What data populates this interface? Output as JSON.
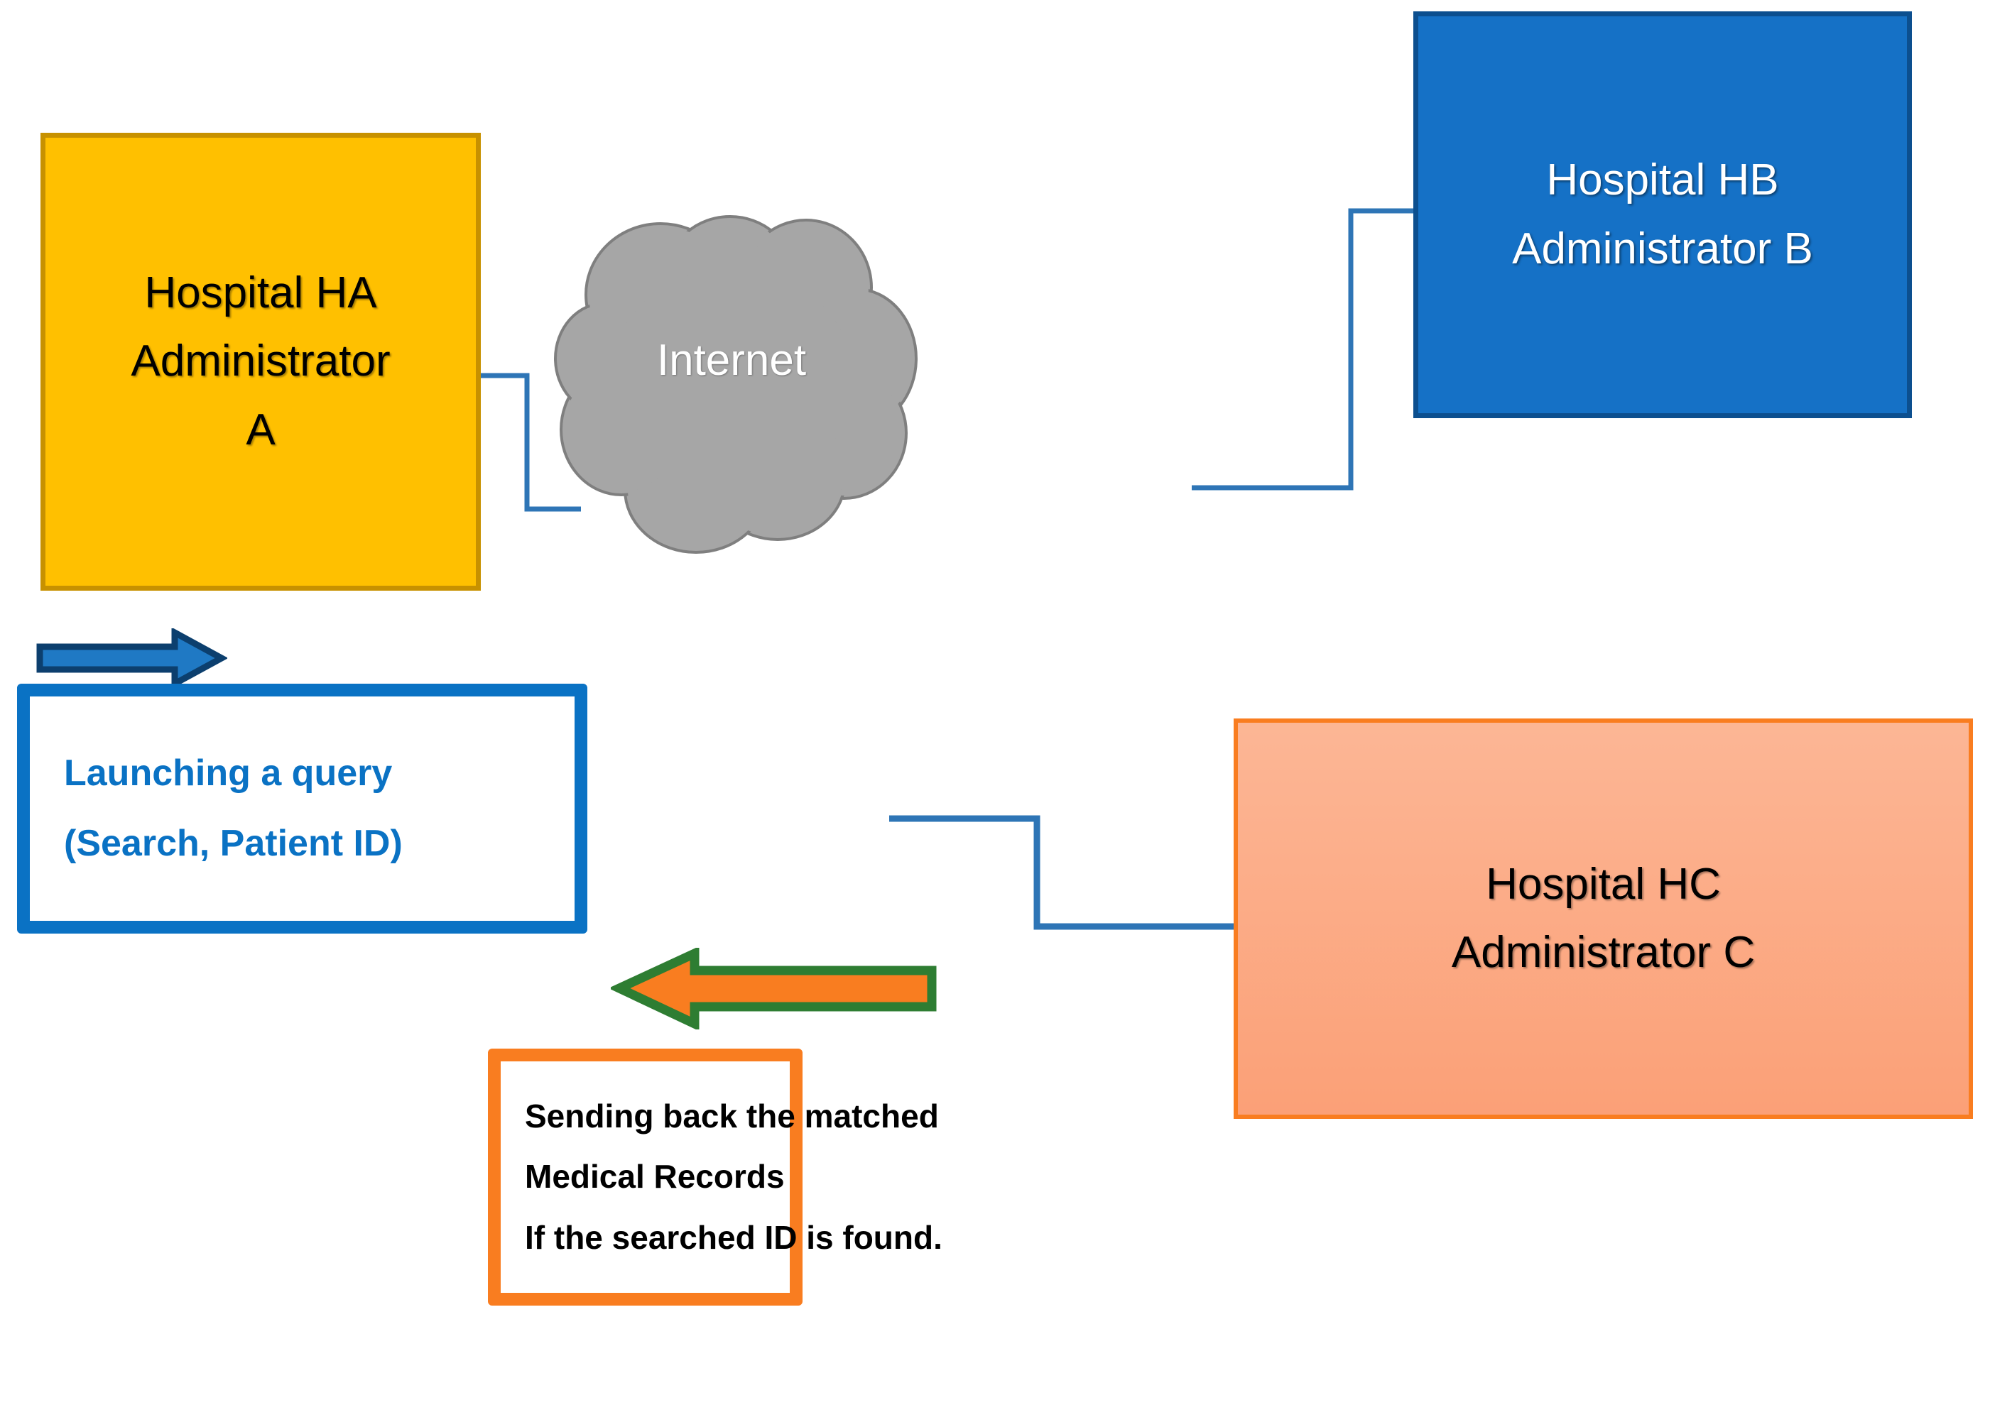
{
  "diagram": {
    "title": "Inter-hospital medical record query over the Internet",
    "nodes": {
      "hospital_ha": {
        "lines": [
          "Hospital HA",
          "Administrator",
          "A"
        ],
        "fill": "#FFC000",
        "border": "#C79100",
        "text_color": "#000000"
      },
      "hospital_hb": {
        "lines": [
          "Hospital HB",
          "Administrator B"
        ],
        "fill": "#1571C6",
        "border": "#0C4F8F",
        "text_color": "#FFFFFF"
      },
      "hospital_hc": {
        "lines": [
          "Hospital HC",
          "Administrator C"
        ],
        "fill": "#FBA077",
        "border": "#F97D20",
        "text_color": "#000000"
      },
      "cloud": {
        "label": "Internet",
        "fill": "#A6A6A6",
        "border": "#7F7F7F",
        "text_color": "#FFFFFF"
      }
    },
    "callouts": {
      "query": {
        "lines": [
          "Launching a query",
          "(Search, Patient ID)"
        ],
        "border": "#0A72C4",
        "text_color": "#0A72C4"
      },
      "records": {
        "lines": [
          "Sending back the matched",
          "Medical Records",
          "If the searched ID is found."
        ],
        "border": "#F97D20",
        "text_color": "#000000"
      }
    },
    "arrows": {
      "query_arrow": {
        "direction": "right",
        "fill": "#1F79C4",
        "outline": "#0C3F6E"
      },
      "records_arrow": {
        "direction": "left",
        "fill": "#F97D20",
        "outline": "#2E7D32"
      }
    },
    "connectors": {
      "color": "#2E75B6",
      "links": [
        "Hospital HA → Internet",
        "Internet → Hospital HB",
        "Internet → Hospital HC"
      ]
    }
  }
}
